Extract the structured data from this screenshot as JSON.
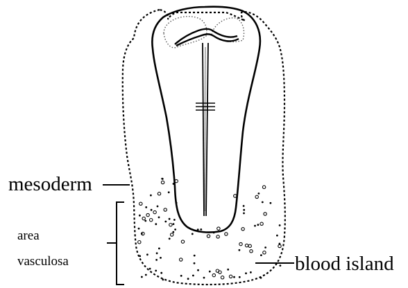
{
  "labels": {
    "mesoderm": "mesoderm",
    "area_line1": "area",
    "area_line2": "vasculosa",
    "blood_island": "blood island"
  },
  "colors": {
    "ink": "#000000",
    "background": "#ffffff"
  }
}
